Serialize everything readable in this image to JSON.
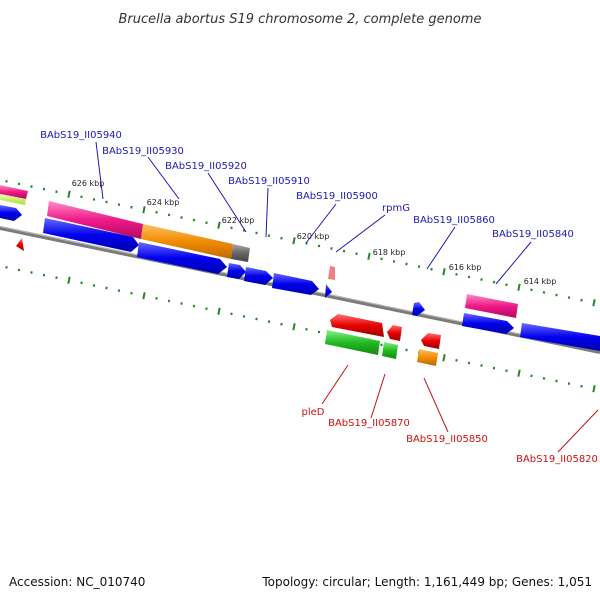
{
  "title": "Brucella abortus S19 chromosome 2, complete genome",
  "footer": {
    "accession": "Accession: NC_010740",
    "topology": "Topology: circular; Length: 1,161,449 bp; Genes: 1,051"
  },
  "ticks": [
    "626 kbp",
    "624 kbp",
    "622 kbp",
    "620 kbp",
    "618 kbp",
    "616 kbp",
    "614 kbp"
  ],
  "labels_top": [
    "BAbS19_II05940",
    "BAbS19_II05930",
    "BAbS19_II05920",
    "BAbS19_II05910",
    "BAbS19_II05900",
    "rpmG",
    "BAbS19_II05860",
    "BAbS19_II05840"
  ],
  "labels_bottom": [
    "pleD",
    "BAbS19_II05870",
    "BAbS19_II05850",
    "BAbS19_II05820"
  ],
  "colors": {
    "cds": "#0000ee",
    "magenta": "#ee1a88",
    "orange": "#f08c00",
    "red": "#e80000",
    "green": "#22bb22",
    "gray": "#666666",
    "tick": "#228822",
    "label_blue": "#1a1ab0",
    "label_red": "#cc1111"
  }
}
